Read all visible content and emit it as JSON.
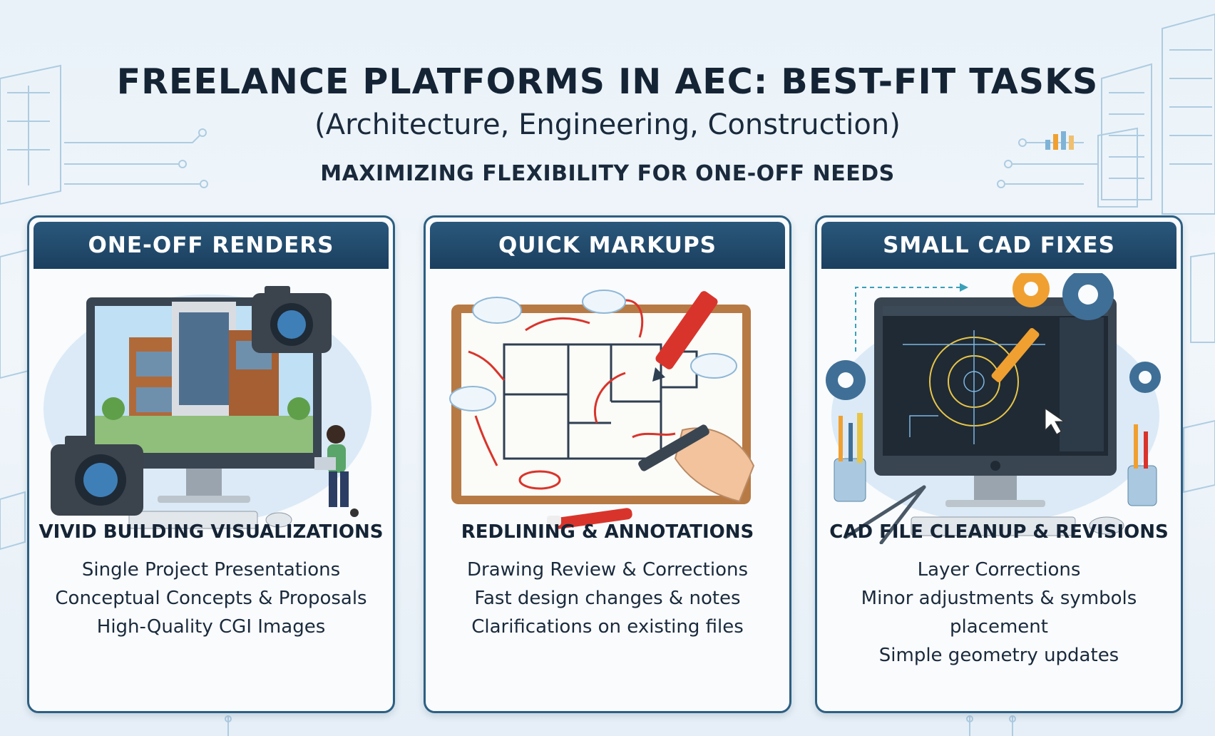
{
  "header": {
    "title": "FREELANCE PLATFORMS IN AEC: BEST-FIT TASKS",
    "subtitle": "(Architecture, Engineering, Construction)",
    "tagline": "MAXIMIZING FLEXIBILITY FOR ONE-OFF NEEDS"
  },
  "cards": [
    {
      "heading": "ONE-OFF RENDERS",
      "subheading": "VIVID BUILDING VISUALIZATIONS",
      "items": [
        "Single Project Presentations",
        "Conceptual Concepts & Proposals",
        "High-Quality CGI Images"
      ]
    },
    {
      "heading": "QUICK MARKUPS",
      "subheading": "REDLINING & ANNOTATIONS",
      "items": [
        "Drawing Review & Corrections",
        "Fast design changes & notes",
        "Clarifications on existing files"
      ]
    },
    {
      "heading": "SMALL CAD FIXES",
      "subheading": "CAD FILE CLEANUP & REVISIONS",
      "items": [
        "Layer Corrections",
        "Minor adjustments & symbols placement",
        "Simple geometry updates"
      ]
    }
  ],
  "colors": {
    "navy": "#1b3f5e",
    "accent_red": "#d9342b",
    "accent_orange": "#f0a030",
    "sky": "#cfe4f3"
  }
}
